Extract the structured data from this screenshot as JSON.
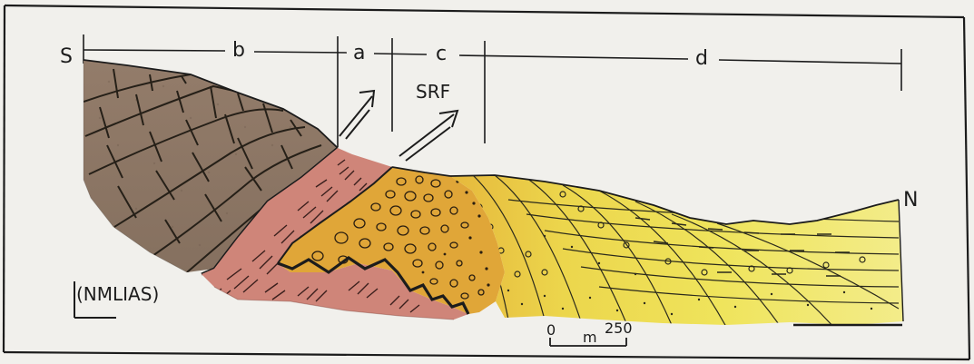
{
  "labels": {
    "south": "S",
    "north": "N",
    "zone_b": "b",
    "zone_a": "a",
    "zone_c": "c",
    "zone_d": "d",
    "fault": "SRF",
    "unit": "(NMLIAS)",
    "scale_start": "0",
    "scale_unit": "m",
    "scale_end": "250"
  },
  "colors": {
    "paper": "#f1f0ec",
    "ink": "#1c1c1c",
    "basement_brown": "#8a7565",
    "red_shale": "#cf8579",
    "conglomerate_orange": "#e0a638",
    "sandstone_yellow": "#ede35a",
    "pale_yellow": "#f2ec8e"
  }
}
